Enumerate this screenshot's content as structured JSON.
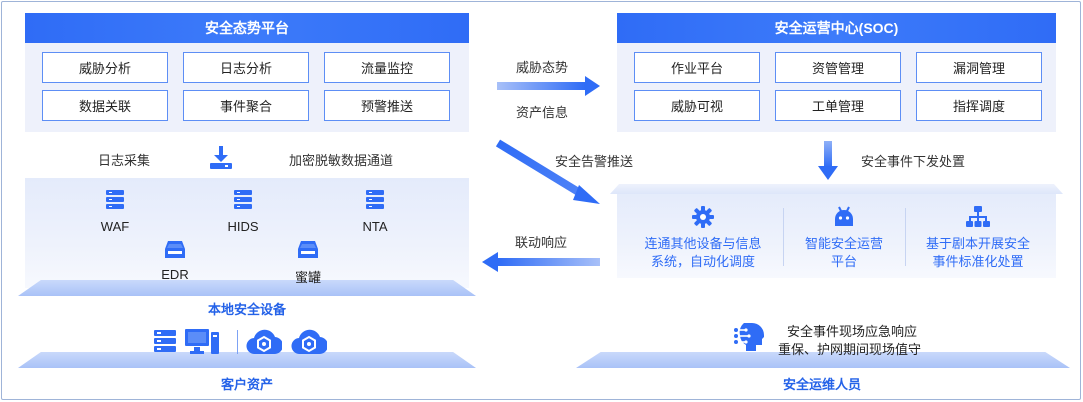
{
  "left_panel": {
    "title": "安全态势平台",
    "tiles": [
      "威胁分析",
      "日志分析",
      "流量监控",
      "数据关联",
      "事件聚合",
      "预警推送"
    ]
  },
  "right_panel": {
    "title": "安全运营中心(SOC)",
    "tiles": [
      "作业平台",
      "资管管理",
      "漏洞管理",
      "威胁可视",
      "工单管理",
      "指挥调度"
    ]
  },
  "arrows": {
    "threat_situation": "威胁态势",
    "asset_info": "资产信息",
    "alert_push": "安全告警推送",
    "event_dispatch": "安全事件下发处置",
    "linkage_response": "联动响应"
  },
  "collection": {
    "log_collect": "日志采集",
    "encrypted_channel": "加密脱敏数据通道"
  },
  "devices": {
    "items": [
      "WAF",
      "HIDS",
      "NTA",
      "EDR",
      "蜜罐"
    ],
    "title": "本地安全设备"
  },
  "features": [
    {
      "line1": "连通其他设备与信息",
      "line2": "系统，自动化调度"
    },
    {
      "line1": "智能安全运营",
      "line2": "平台"
    },
    {
      "line1": "基于剧本开展安全",
      "line2": "事件标准化处置"
    }
  ],
  "customer": {
    "title": "客户资产"
  },
  "ops": {
    "line1": "安全事件现场应急响应",
    "line2": "重保、护网期间现场值守",
    "title": "安全运维人员"
  },
  "colors": {
    "accent": "#2f6cf6",
    "panel_bg": "#eef1fb",
    "tile_border": "#5d8ef5"
  }
}
